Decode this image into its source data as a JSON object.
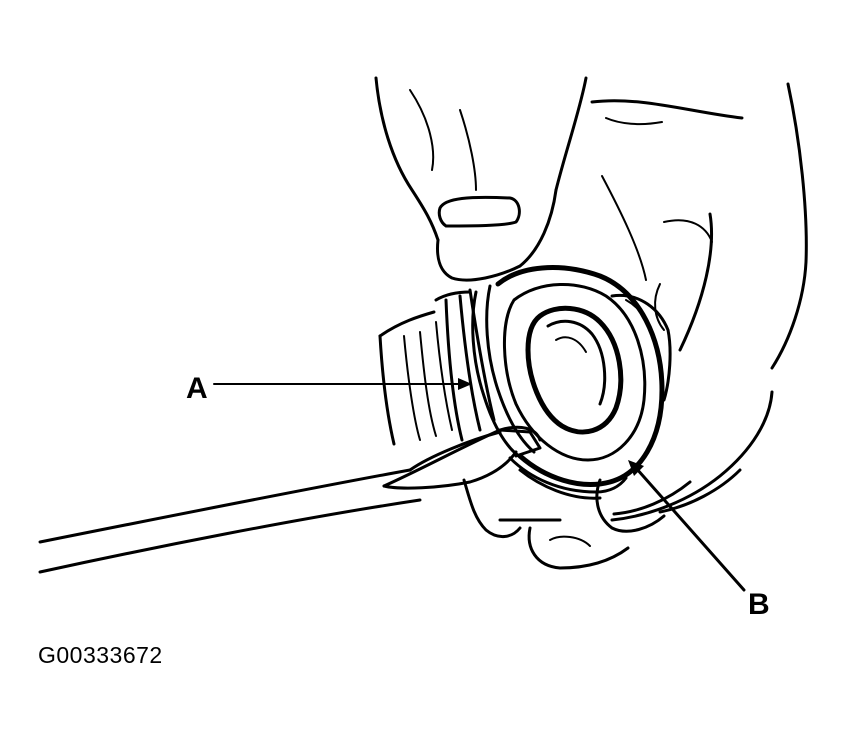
{
  "figure": {
    "callouts": {
      "a": "A",
      "b": "B"
    },
    "figure_id": "G00333672",
    "ink_color": "#000000",
    "background_color": "#ffffff"
  }
}
